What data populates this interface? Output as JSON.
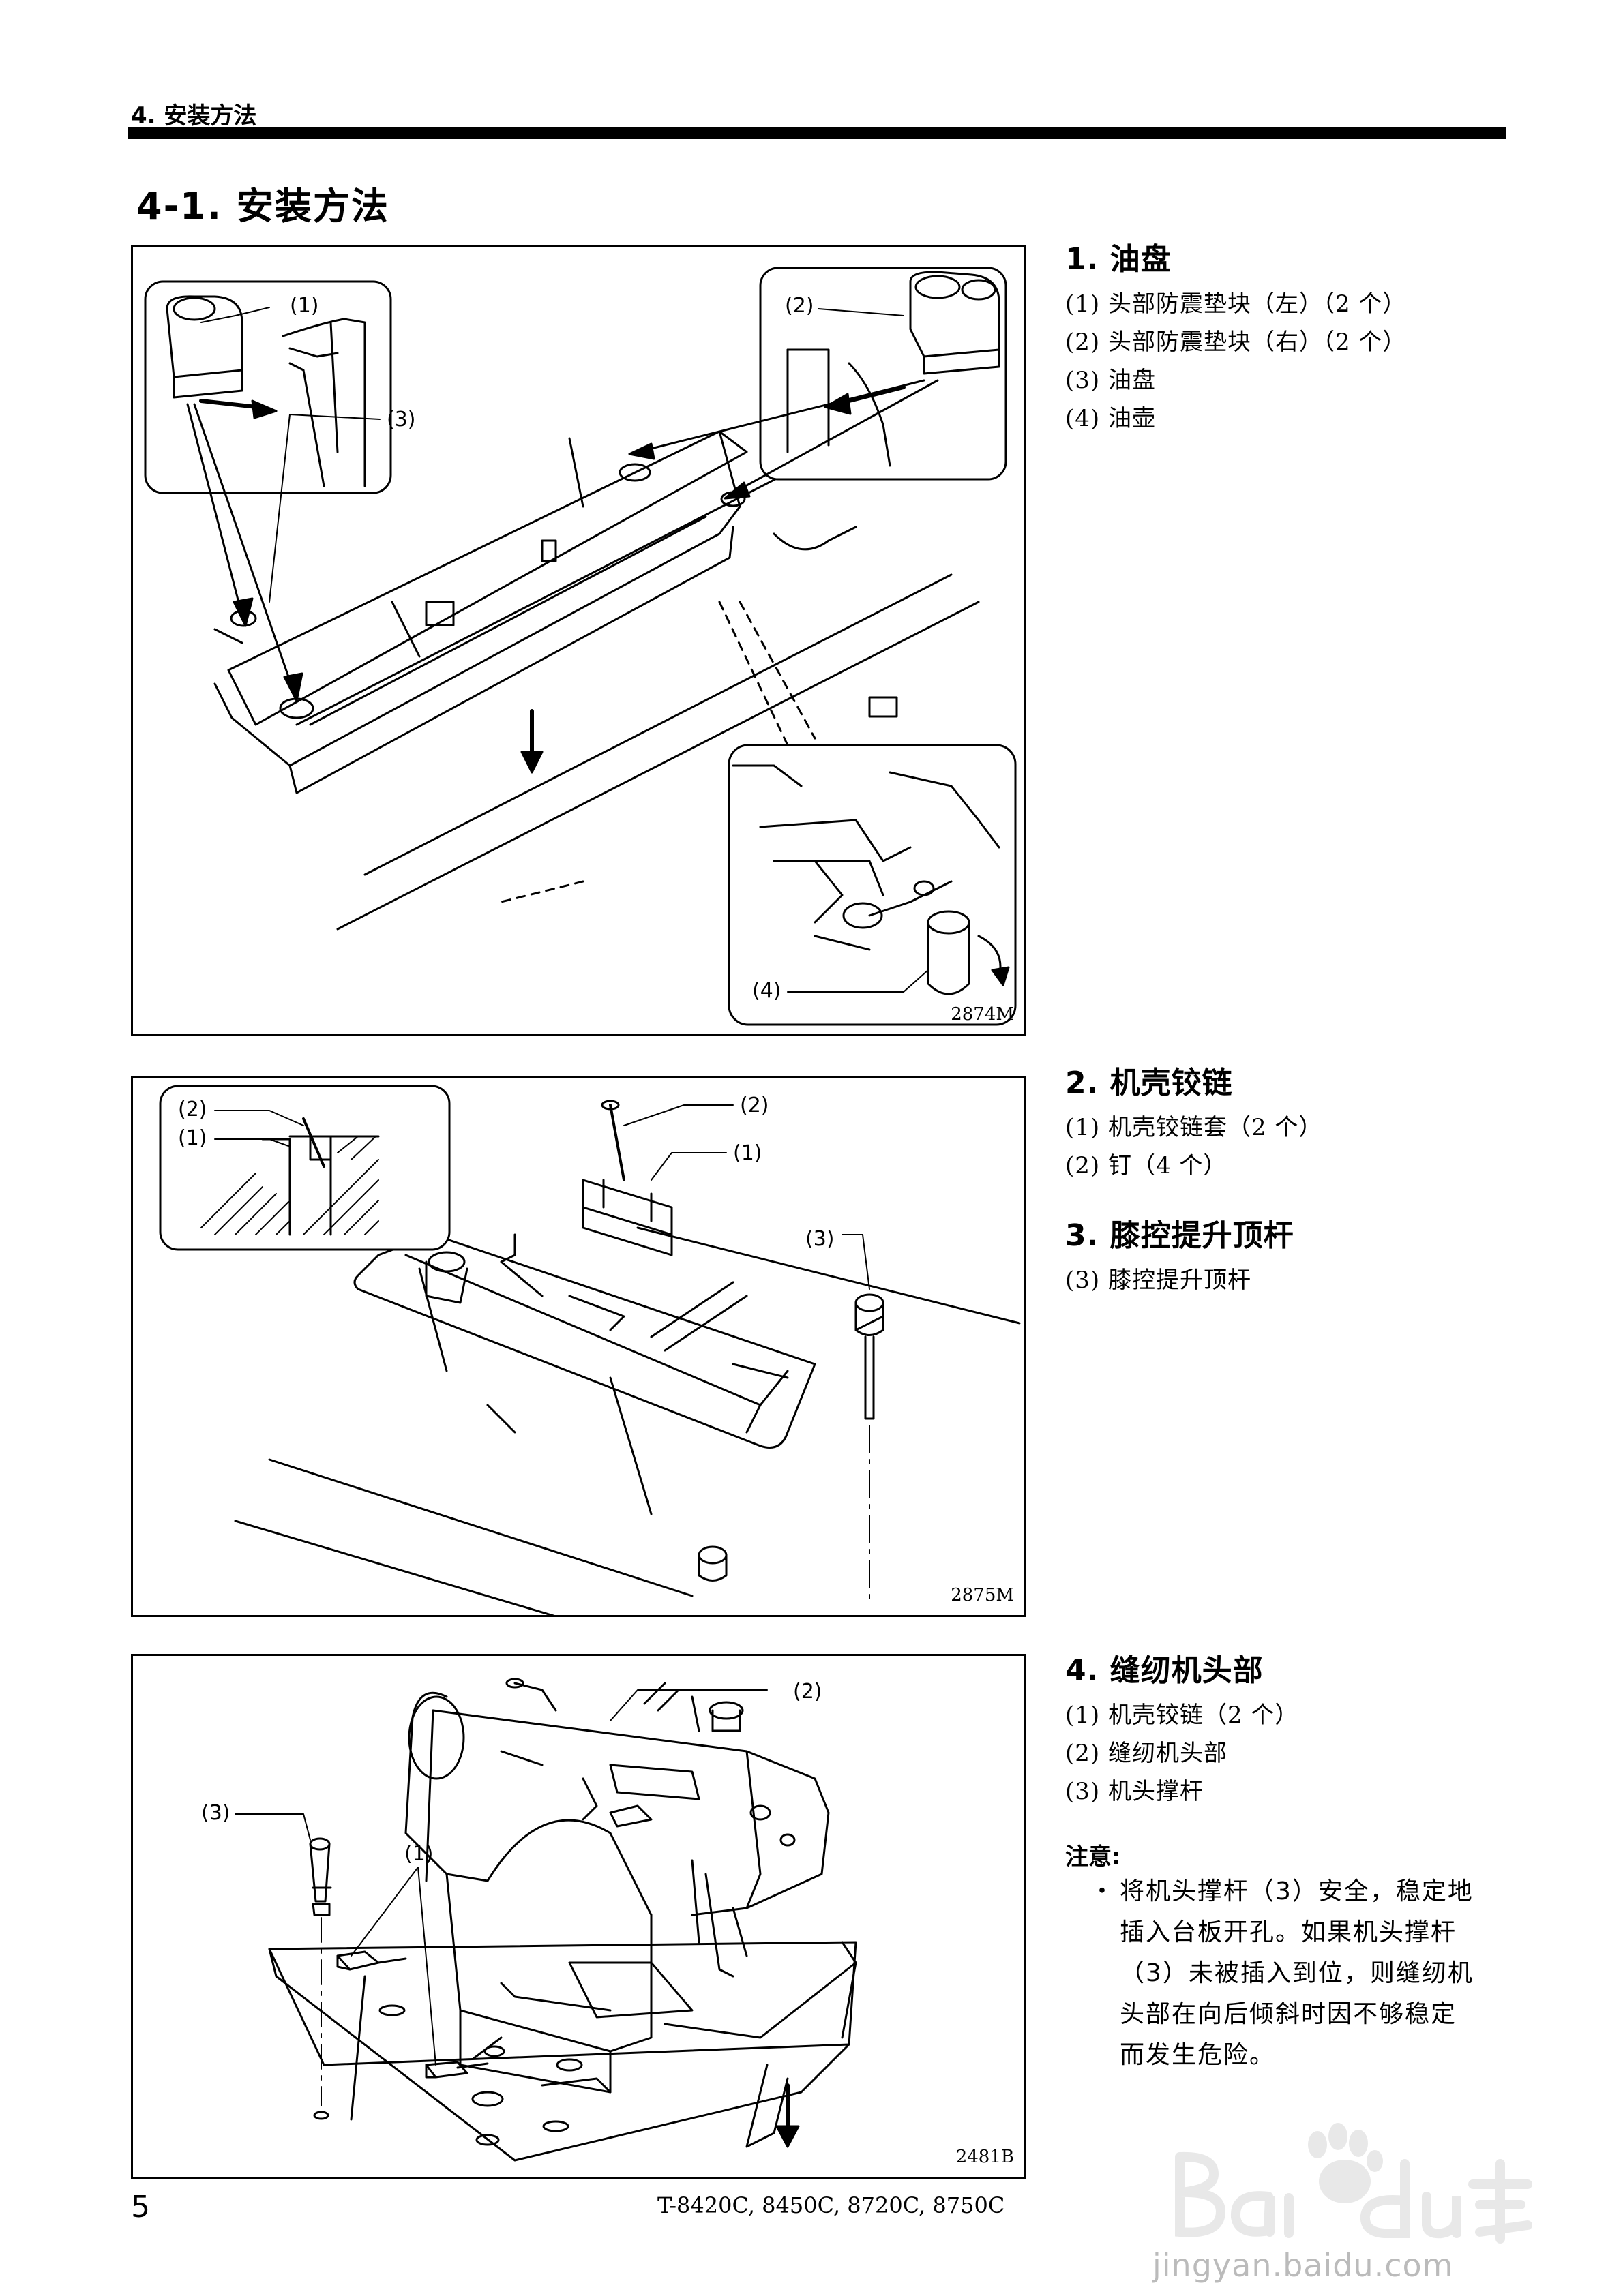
{
  "header": {
    "label": "4. 安装方法"
  },
  "section_title": "4-1. 安装方法",
  "figures": [
    {
      "code": "2874M",
      "labels": [
        "(1)",
        "(2)",
        "(3)",
        "(4)"
      ]
    },
    {
      "code": "2875M",
      "labels": [
        "(2)",
        "(1)",
        "(1)",
        "(2)",
        "(3)"
      ]
    },
    {
      "code": "2481B",
      "labels": [
        "(2)",
        "(3)",
        "(1)"
      ]
    }
  ],
  "sections": [
    {
      "title": "1. 油盘",
      "items": [
        "(1) 头部防震垫块（左）（2 个）",
        "(2) 头部防震垫块（右）（2 个）",
        "(3) 油盘",
        "(4) 油壶"
      ]
    },
    {
      "title": "2. 机壳铰链",
      "items": [
        "(1) 机壳铰链套（2 个）",
        "(2) 钉（4 个）"
      ]
    },
    {
      "title": "3. 膝控提升顶杆",
      "items": [
        "(3) 膝控提升顶杆"
      ]
    },
    {
      "title": "4. 缝纫机头部",
      "items": [
        "(1) 机壳铰链（2 个）",
        "(2) 缝纫机头部",
        "(3) 机头撑杆"
      ]
    }
  ],
  "note": {
    "title": "注意:",
    "bullet": "・",
    "lines": [
      "将机头撑杆（3）安全，稳定地",
      "插入台板开孔。如果机头撑杆",
      "（3）未被插入到位，则缝纫机",
      "头部在向后倾斜时因不够稳定",
      "而发生危险。"
    ]
  },
  "footer": {
    "page_number": "5",
    "model": "T-8420C, 8450C, 8720C, 8750C"
  },
  "watermark": {
    "url": "jingyan.baidu.com"
  }
}
